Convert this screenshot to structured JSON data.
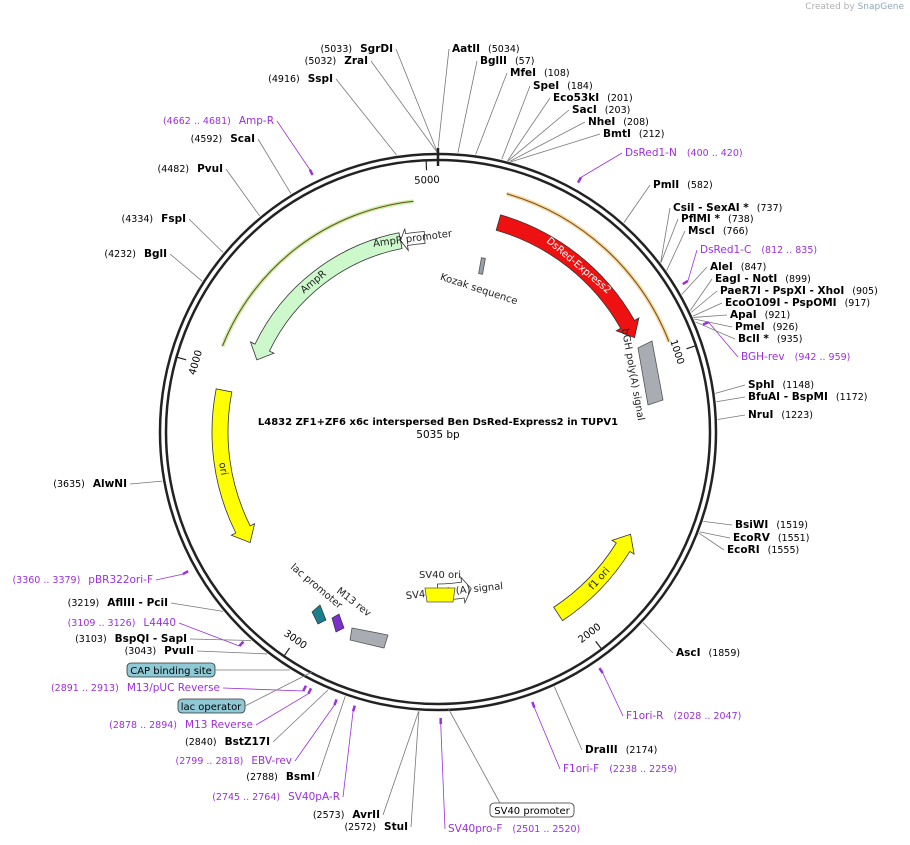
{
  "credit": {
    "prefix": "Created by",
    "brand": "SnapGene"
  },
  "plasmid": {
    "name": "L4832 ZF1+ZF6 x6c interspersed Ben DsRed-Express2 in TUPV1",
    "length_label": "5035 bp",
    "length": 5035
  },
  "ticks": [
    {
      "pos": 1000,
      "label": "1000"
    },
    {
      "pos": 2000,
      "label": "2000"
    },
    {
      "pos": 3000,
      "label": "3000"
    },
    {
      "pos": 4000,
      "label": "4000"
    },
    {
      "pos": 5000,
      "label": "5000"
    }
  ],
  "features": [
    {
      "name": "DsRed-Express2",
      "start": 225,
      "end": 900,
      "radius": 218,
      "width": 16,
      "color": "#ee1111",
      "dir": 1,
      "label_in": "DsRed-Express2",
      "label_color": "#ffffff"
    },
    {
      "name": "AmpR",
      "start": 4080,
      "end": 4880,
      "radius": 195,
      "width": 16,
      "color": "#ccf8cc",
      "dir": -1,
      "label": "AmpR",
      "label_color": "#222222"
    },
    {
      "name": "AmpR promoter",
      "start": 4880,
      "end": 4980,
      "radius": 195,
      "width": 12,
      "color": "#ffffff",
      "dir": -1,
      "label": "AmpR promoter",
      "label_color": "#222222"
    },
    {
      "name": "ori",
      "start": 3350,
      "end": 3930,
      "radius": 218,
      "width": 16,
      "color": "#ffff00",
      "dir": -1,
      "label": "ori",
      "label_color": "#222222"
    },
    {
      "name": "f1 ori",
      "start": 1650,
      "end": 2050,
      "radius": 218,
      "width": 16,
      "color": "#ffff00",
      "dir": -1,
      "label": "f1 ori",
      "label_color": "#222222"
    },
    {
      "name": "SV40 poly(A) signal",
      "start": 2350,
      "end": 2520,
      "radius": 160,
      "width": 16,
      "color": "#ffffff",
      "dir": -1,
      "label": "SV40 poly(A) signal",
      "label_color": "#222222"
    }
  ],
  "feature_labels": {
    "kozak": "Kozak sequence",
    "bgh": "bGH poly(A) signal",
    "sv40ori": "SV40 ori",
    "lacpromoter": "lac promoter",
    "m13rev": "M13 rev",
    "sv40promoter": "SV40 promoter",
    "cap": "CAP binding site",
    "lacop": "lac operator"
  },
  "sites": [
    {
      "name": "AatII",
      "pos": "(5034)",
      "side": "right"
    },
    {
      "name": "BglII",
      "pos": "(57)",
      "side": "right"
    },
    {
      "name": "MfeI",
      "pos": "(108)",
      "side": "right"
    },
    {
      "name": "SpeI",
      "pos": "(184)",
      "side": "right"
    },
    {
      "name": "Eco53kI",
      "pos": "(201)",
      "side": "right"
    },
    {
      "name": "SacI",
      "pos": "(203)",
      "side": "right"
    },
    {
      "name": "NheI",
      "pos": "(208)",
      "side": "right"
    },
    {
      "name": "BmtI",
      "pos": "(212)",
      "side": "right"
    },
    {
      "name": "PmlI",
      "pos": "(582)",
      "side": "right"
    },
    {
      "name": "CsiI  - SexAI *",
      "pos": "(737)",
      "side": "right"
    },
    {
      "name": "PflMI *",
      "pos": "(738)",
      "side": "right"
    },
    {
      "name": "MscI",
      "pos": "(766)",
      "side": "right"
    },
    {
      "name": "AleI",
      "pos": "(847)",
      "side": "right"
    },
    {
      "name": "EagI  - NotI",
      "pos": "(899)",
      "side": "right"
    },
    {
      "name": "PaeR7I  - PspXI  - XhoI",
      "pos": "(905)",
      "side": "right"
    },
    {
      "name": "EcoO109I  - PspOMI",
      "pos": "(917)",
      "side": "right"
    },
    {
      "name": "ApaI",
      "pos": "(921)",
      "side": "right"
    },
    {
      "name": "PmeI",
      "pos": "(926)",
      "side": "right"
    },
    {
      "name": "BclI *",
      "pos": "(935)",
      "side": "right"
    },
    {
      "name": "SphI",
      "pos": "(1148)",
      "side": "right"
    },
    {
      "name": "BfuAI  - BspMI",
      "pos": "(1172)",
      "side": "right"
    },
    {
      "name": "NruI",
      "pos": "(1223)",
      "side": "right"
    },
    {
      "name": "BsiWI",
      "pos": "(1519)",
      "side": "right"
    },
    {
      "name": "EcoRV",
      "pos": "(1551)",
      "side": "right"
    },
    {
      "name": "EcoRI",
      "pos": "(1555)",
      "side": "right"
    },
    {
      "name": "AscI",
      "pos": "(1859)",
      "side": "right"
    },
    {
      "name": "DraIII",
      "pos": "(2174)",
      "side": "right"
    },
    {
      "name": "SgrDI",
      "pos": "(5033)",
      "side": "left"
    },
    {
      "name": "ZraI",
      "pos": "(5032)",
      "side": "left"
    },
    {
      "name": "SspI",
      "pos": "(4916)",
      "side": "left"
    },
    {
      "name": "ScaI",
      "pos": "(4592)",
      "side": "left"
    },
    {
      "name": "PvuI",
      "pos": "(4482)",
      "side": "left"
    },
    {
      "name": "FspI",
      "pos": "(4334)",
      "side": "left"
    },
    {
      "name": "BglI",
      "pos": "(4232)",
      "side": "left"
    },
    {
      "name": "AlwNI",
      "pos": "(3635)",
      "side": "left"
    },
    {
      "name": "AflIII  - PciI",
      "pos": "(3219)",
      "side": "left"
    },
    {
      "name": "BspQI  - SapI",
      "pos": "(3103)",
      "side": "left"
    },
    {
      "name": "PvuII",
      "pos": "(3043)",
      "side": "left"
    },
    {
      "name": "BstZ17I",
      "pos": "(2840)",
      "side": "left"
    },
    {
      "name": "BsmI",
      "pos": "(2788)",
      "side": "left"
    },
    {
      "name": "AvrII",
      "pos": "(2573)",
      "side": "left"
    },
    {
      "name": "StuI",
      "pos": "(2572)",
      "side": "left"
    }
  ],
  "primers": [
    {
      "name": "DsRed1-N",
      "pos": "(400 .. 420)",
      "side": "right"
    },
    {
      "name": "DsRed1-C",
      "pos": "(812 .. 835)",
      "side": "right"
    },
    {
      "name": "BGH-rev",
      "pos": "(942 .. 959)",
      "side": "right"
    },
    {
      "name": "F1ori-R",
      "pos": "(2028 .. 2047)",
      "side": "right"
    },
    {
      "name": "F1ori-F",
      "pos": "(2238 .. 2259)",
      "side": "right"
    },
    {
      "name": "SV40pro-F",
      "pos": "(2501 .. 2520)",
      "side": "right"
    },
    {
      "name": "Amp-R",
      "pos": "(4662 .. 4681)",
      "side": "left"
    },
    {
      "name": "pBR322ori-F",
      "pos": "(3360 .. 3379)",
      "side": "left"
    },
    {
      "name": "L4440",
      "pos": "(3109 .. 3126)",
      "side": "left"
    },
    {
      "name": "M13/pUC Reverse",
      "pos": "(2891 .. 2913)",
      "side": "left"
    },
    {
      "name": "M13 Reverse",
      "pos": "(2878 .. 2894)",
      "side": "left"
    },
    {
      "name": "EBV-rev",
      "pos": "(2799 .. 2818)",
      "side": "left"
    },
    {
      "name": "SV40pA-R",
      "pos": "(2745 .. 2764)",
      "side": "left"
    }
  ],
  "colors": {
    "backbone": "#222222",
    "site_line": "#777777",
    "primer": "#9b30d9",
    "feature_box": "#8fc9d6"
  }
}
